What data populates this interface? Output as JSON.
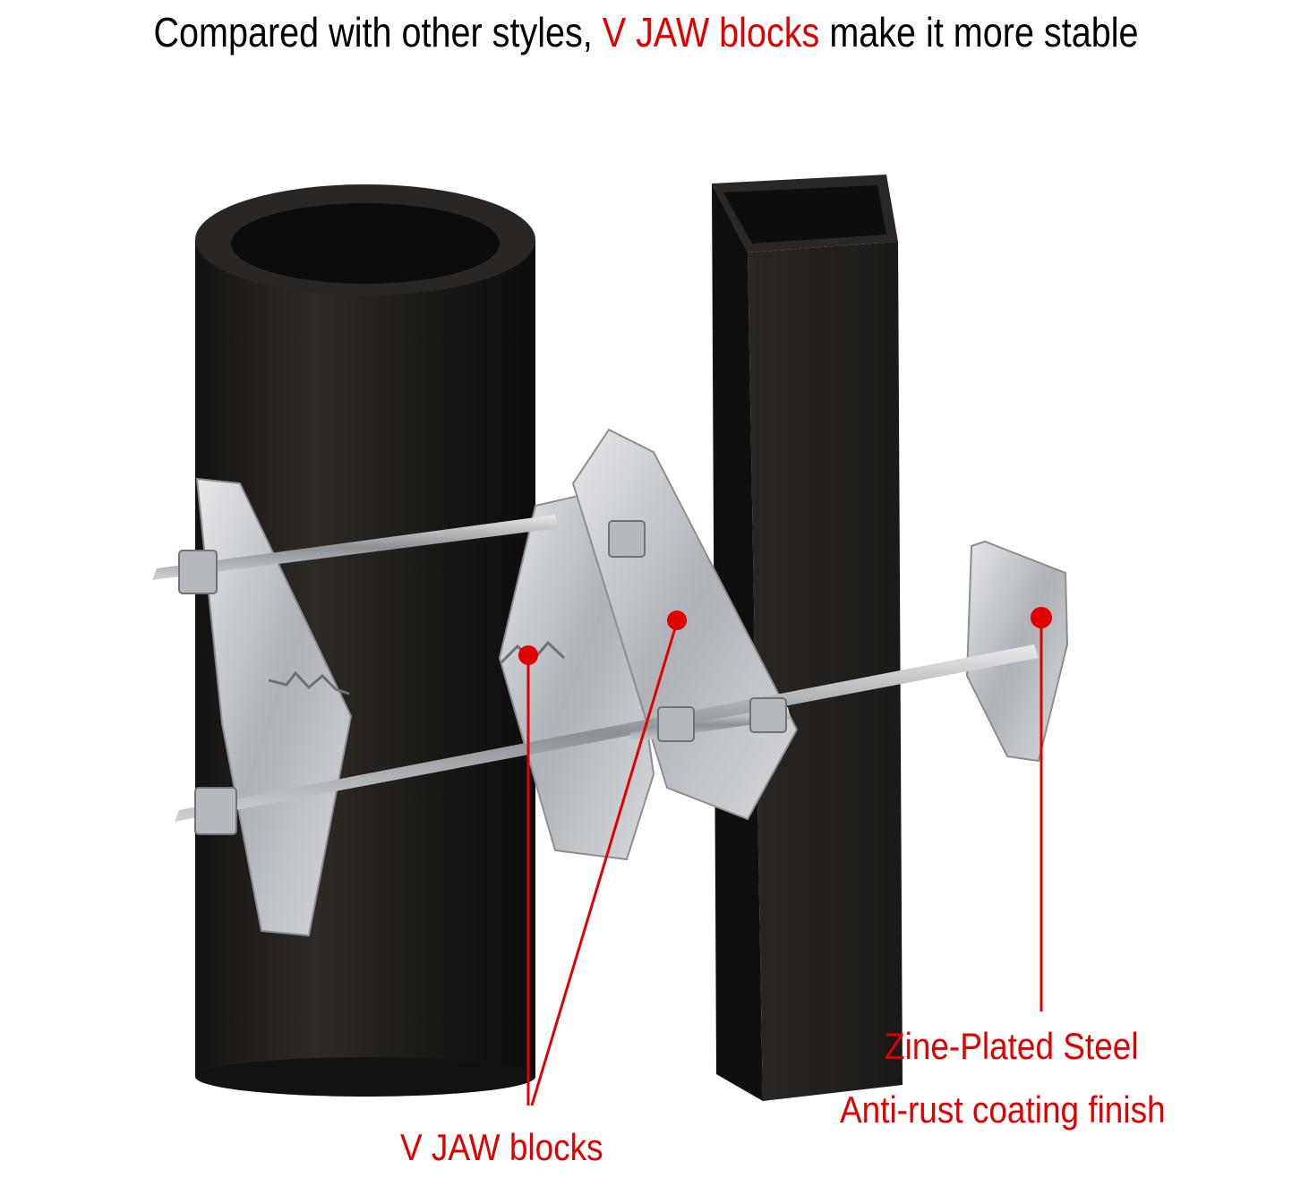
{
  "headline": {
    "part1": "Compared with other styles, ",
    "highlight": "V JAW blocks",
    "part2": " make it more stable"
  },
  "labels": {
    "material_line1": "Zine-Plated Steel",
    "material_line2": "Anti-rust coating finish",
    "vjaw": "V JAW blocks"
  },
  "colors": {
    "accent": "#e00000",
    "pipe": "#1d1a17",
    "steel": "#c9ccd0"
  }
}
